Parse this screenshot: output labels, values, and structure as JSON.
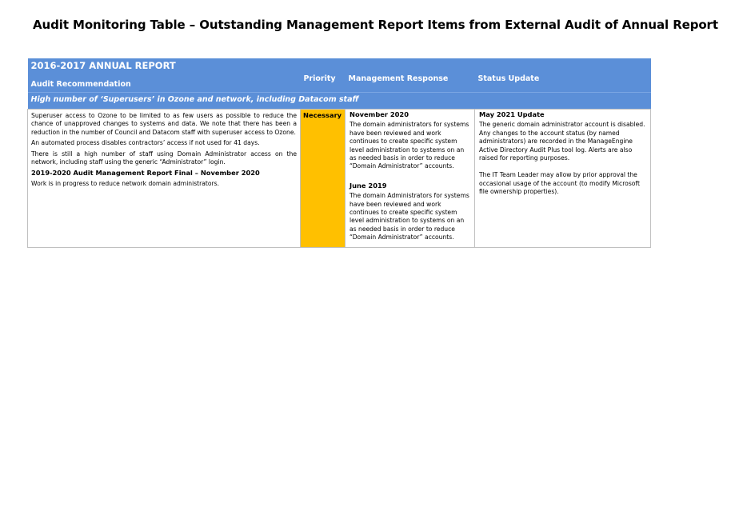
{
  "document": {
    "title": "Audit Monitoring Table – Outstanding Management Report Items from External Audit of Annual Report"
  },
  "table": {
    "section_title": "2016-2017 ANNUAL REPORT",
    "headers": {
      "recommendation": "Audit Recommendation",
      "priority": "Priority",
      "response": "Management Response",
      "status": "Status Update"
    },
    "subject": "High number of ‘Superusers’ in Ozone and network, including Datacom staff",
    "row": {
      "recommendation": {
        "p1": "Superuser access to Ozone to be limited to as few users as possible to reduce the chance of unapproved changes to systems and data. We note that there has been a reduction in the number of Council and Datacom staff with superuser access to Ozone.",
        "p2": "An automated process disables contractors’ access if not used for 41 days.",
        "p3": "There is still a high number of staff using Domain Administrator access on the network, including staff using the generic “Administrator” login.",
        "heading": "2019-2020 Audit Management Report Final – November 2020",
        "p4": "Work is in progress to reduce network domain administrators."
      },
      "priority": "Necessary",
      "response": {
        "entry1_date": "November 2020",
        "entry1_text": "The domain administrators for systems have been reviewed and work continues to create specific system level administration to systems on an as needed basis in order to reduce “Domain Administrator” accounts.",
        "entry2_date": "June 2019",
        "entry2_text": "The domain Administrators for systems have been reviewed and work continues to create specific system level administration to systems on an as needed basis in order to reduce “Domain Administrator” accounts."
      },
      "status": {
        "heading": "May 2021 Update",
        "p1": "The generic domain administrator account is disabled. Any changes to the account status (by named administrators) are recorded in the ManageEngine Active Directory Audit Plus tool log. Alerts are also raised for reporting purposes.",
        "p2": "The IT Team Leader may allow by prior approval the occasional usage of the account (to modify Microsoft file ownership properties)."
      }
    }
  },
  "colors": {
    "header_blue": "#5b8fd8",
    "priority_amber": "#ffc000"
  }
}
